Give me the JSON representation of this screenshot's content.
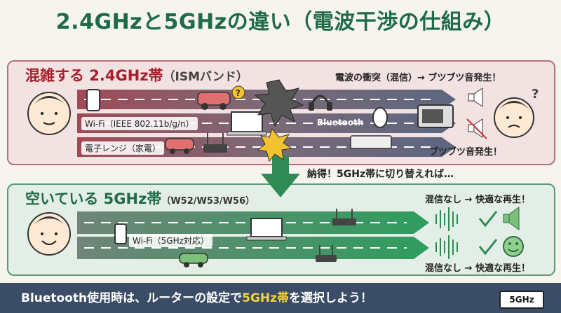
{
  "title": "2.4GHzと5GHzの違い（電波干渉の仕組み）",
  "top_panel": {
    "heading": "混雑する 2.4GHz帯",
    "heading_sub": "（ISMバンド）",
    "collision_note": "電波の衝突（混信）→ ブツブツ音発生！",
    "wifi_label": "Wi-Fi（IEEE 802.11b/g/n）",
    "microwave_label": "電子レンジ（家電）",
    "bluetooth_label": "Bluetooth",
    "noise_note": "ブツブツ音発生！"
  },
  "transition_note": "納得！5GHz帯に切り替えれば…",
  "bottom_panel": {
    "heading": "空いている 5GHz帯",
    "heading_sub": "（W52/W53/W56）",
    "wifi_label": "Wi-Fi（5GHz対応）",
    "result_top": "混信なし → 快適な再生！",
    "result_bottom": "混信なし → 快適な再生！"
  },
  "footer": {
    "text_prefix": "Bluetooth使用時は、ルーターの設定で",
    "text_highlight": "5GHz帯",
    "text_suffix": "を選択しよう！",
    "badge": "5GHz"
  },
  "colors": {
    "title_green": "#1f6b46",
    "warn_red": "#a5202b",
    "panel_red_bg": "#f2e2e2",
    "panel_green_bg": "#e3efe6",
    "footer_bg": "#3b4c66",
    "highlight_yellow": "#f4d23c"
  }
}
